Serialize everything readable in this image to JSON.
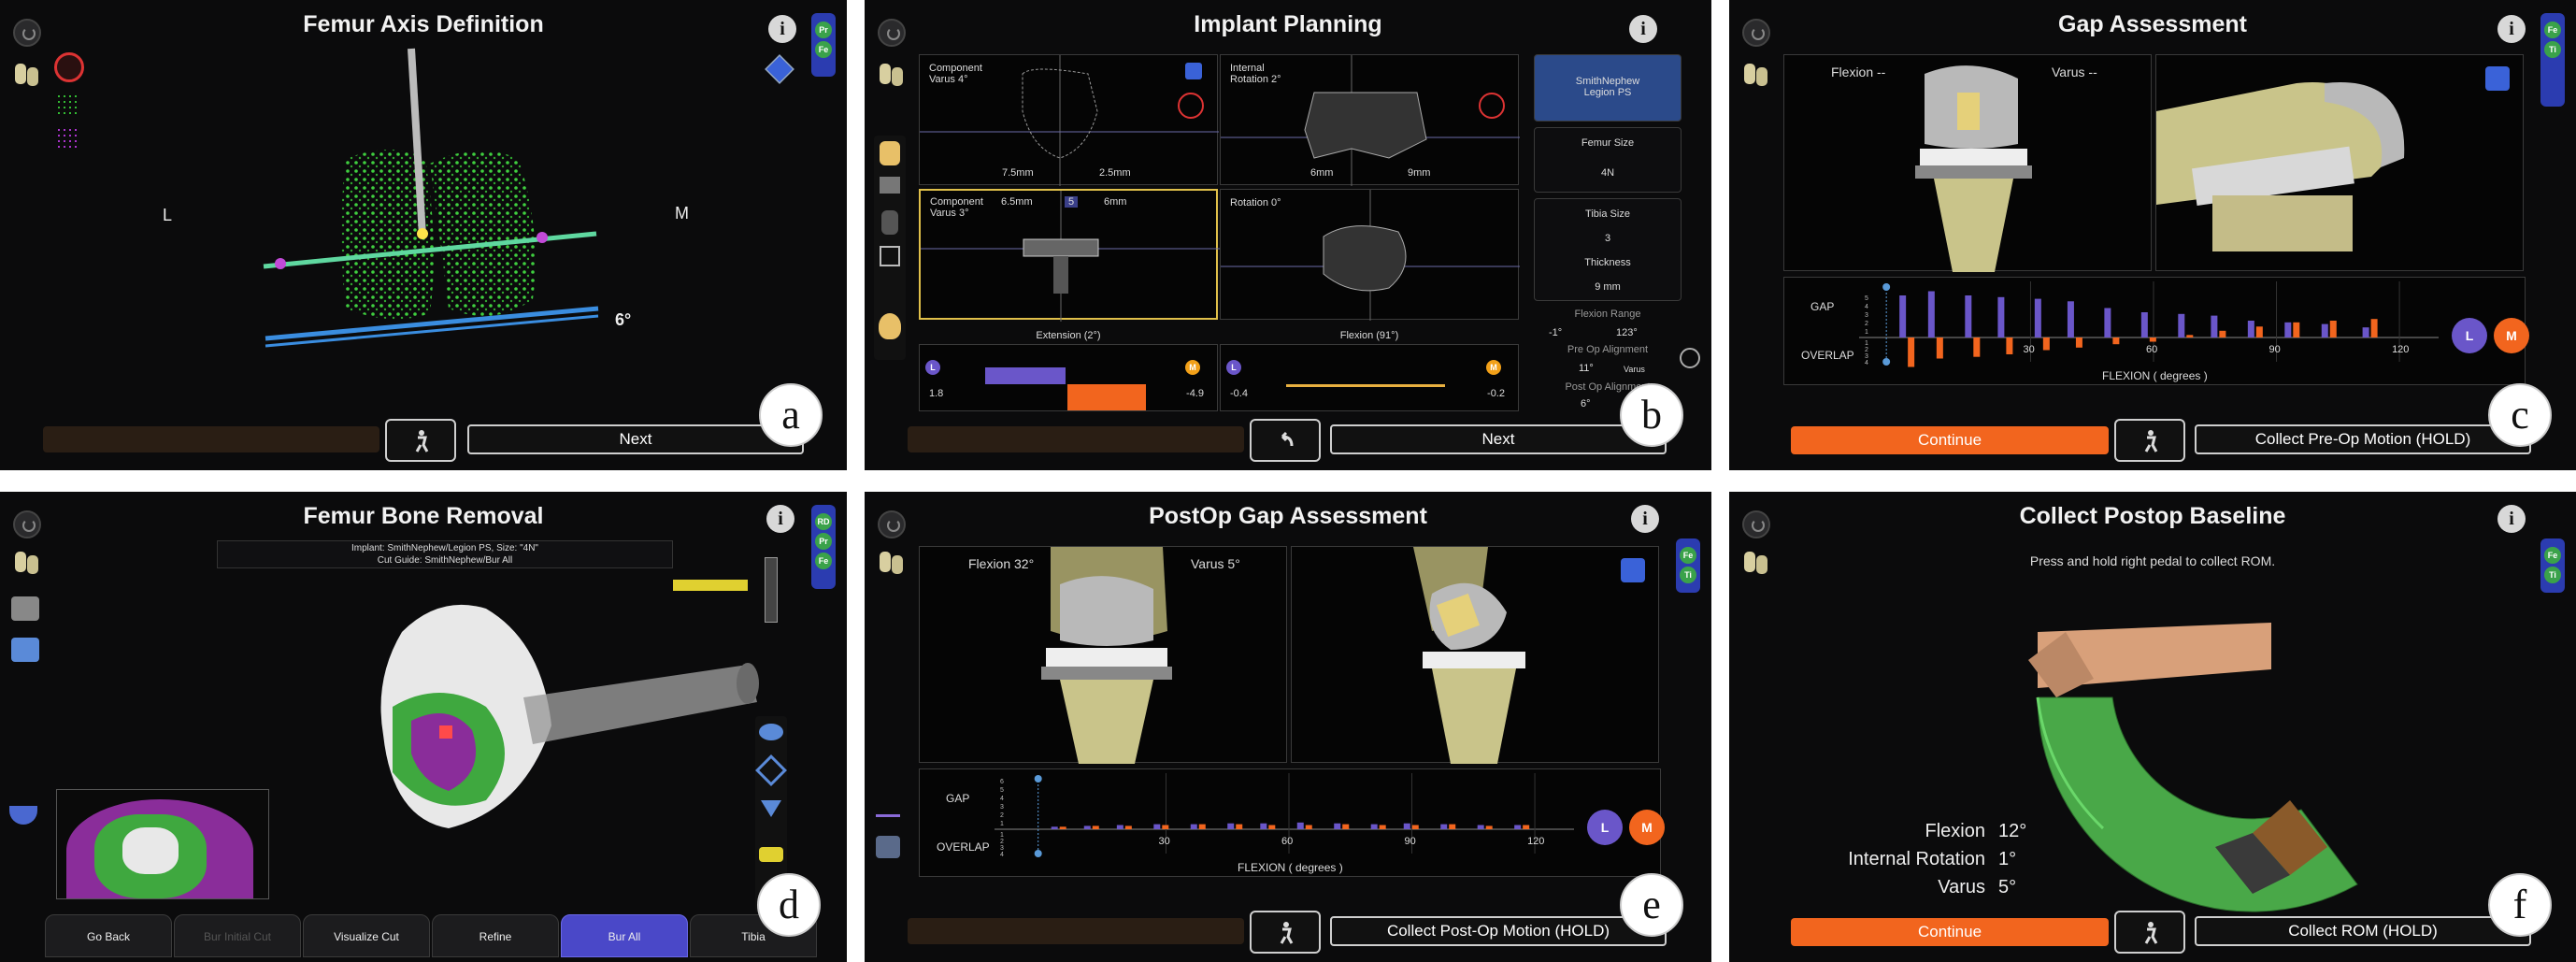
{
  "panels": {
    "a": {
      "title": "Femur Axis Definition",
      "letter": "a",
      "side_left": "L",
      "side_right": "M",
      "angle": "6°",
      "next_label": "Next",
      "sidebar_tags": [
        "Pr",
        "Fe"
      ]
    },
    "b": {
      "title": "Implant Planning",
      "letter": "b",
      "views": {
        "v1_title": "Component\nVarus 4°",
        "v1_left": "7.5mm",
        "v1_right": "2.5mm",
        "v2_title": "Internal\nRotation 2°",
        "v2_left": "6mm",
        "v2_right": "9mm",
        "v3_title": "Component\nVarus 3°",
        "v3_left": "6.5mm",
        "v3_mid": "5",
        "v3_right": "6mm",
        "v4_title": "Rotation 0°"
      },
      "extension_label": "Extension (2°)",
      "extension_left": "1.8",
      "extension_right": "-4.9",
      "flexion_label": "Flexion (91°)",
      "flexion_left": "-0.4",
      "flexion_right": "-0.2",
      "implant_name": "SmithNephew\nLegion PS",
      "femur_size_label": "Femur Size",
      "femur_size": "4N",
      "tibia_size_label": "Tibia Size",
      "tibia_size": "3",
      "thickness_label": "Thickness",
      "thickness": "9 mm",
      "flexion_range_label": "Flexion Range",
      "flexion_range_min": "-1°",
      "flexion_range_max": "123°",
      "preop_label": "Pre Op Alignment",
      "preop_value": "11°",
      "preop_dir": "Varus",
      "postop_label": "Post Op Alignment",
      "postop_value": "6°",
      "next_label": "Next"
    },
    "c": {
      "title": "Gap Assessment",
      "letter": "c",
      "flexion_text": "Flexion --",
      "varus_text": "Varus --",
      "gap_label": "GAP",
      "overlap_label": "OVERLAP",
      "x_axis_label": "FLEXION  ( degrees )",
      "continue_label": "Continue",
      "collect_label": "Collect Pre-Op Motion (HOLD)",
      "sidebar_tags": [
        "Fe",
        "Ti"
      ],
      "L": "L",
      "M": "M"
    },
    "d": {
      "title": "Femur Bone Removal",
      "letter": "d",
      "implant_line": "Implant: SmithNephew/Legion PS, Size: \"4N\"",
      "cut_guide_line": "Cut Guide: SmithNephew/Bur All",
      "tabs": [
        "Go Back",
        "Bur Initial Cut",
        "Visualize Cut",
        "Refine",
        "Bur All",
        "Tibia"
      ],
      "sidebar_tags": [
        "RD",
        "Pr",
        "Fe"
      ]
    },
    "e": {
      "title": "PostOp Gap Assessment",
      "letter": "e",
      "flexion_text": "Flexion  32°",
      "varus_text": "Varus 5°",
      "gap_label": "GAP",
      "overlap_label": "OVERLAP",
      "x_axis_label": "FLEXION  ( degrees )",
      "collect_label": "Collect Post-Op Motion (HOLD)",
      "sidebar_tags": [
        "Fe",
        "Ti"
      ],
      "L": "L",
      "M": "M"
    },
    "f": {
      "title": "Collect Postop Baseline",
      "letter": "f",
      "instruction": "Press and hold right pedal to collect ROM.",
      "flexion_label": "Flexion",
      "flexion_value": "12°",
      "ir_label": "Internal Rotation",
      "ir_value": "1°",
      "varus_label": "Varus",
      "varus_value": "5°",
      "continue_label": "Continue",
      "collect_label": "Collect ROM (HOLD)",
      "sidebar_tags": [
        "Fe",
        "Ti"
      ]
    }
  },
  "chart_data": [
    {
      "type": "bar",
      "panel": "c",
      "x_ticks": [
        30,
        60,
        90,
        120
      ],
      "xlim": [
        -5,
        125
      ],
      "y_ticks_gap": [
        "1",
        "2",
        "3",
        "4",
        "5"
      ],
      "y_ticks_overlap": [
        "1",
        "2",
        "3",
        "4"
      ],
      "series": [
        {
          "name": "L",
          "values": [
            5,
            5.5,
            5,
            4.8,
            4.6,
            4.3,
            3.5,
            3,
            2.8,
            2.6,
            2,
            1.8,
            1.6,
            1.2
          ]
        },
        {
          "name": "M",
          "values": [
            -3.5,
            -2.5,
            -2.3,
            -2,
            -1.5,
            -1.2,
            -0.8,
            -0.5,
            0.3,
            0.8,
            1.3,
            1.8,
            2,
            2.2
          ]
        }
      ],
      "x": [
        -2,
        5,
        14,
        22,
        31,
        39,
        48,
        57,
        66,
        74,
        83,
        92,
        101,
        111
      ],
      "xlabel": "FLEXION  ( degrees )"
    },
    {
      "type": "bar",
      "panel": "e",
      "x_ticks": [
        30,
        60,
        90,
        120
      ],
      "xlim": [
        -5,
        125
      ],
      "y_ticks_gap": [
        "1",
        "2",
        "3",
        "4",
        "5",
        "6"
      ],
      "y_ticks_overlap": [
        "1",
        "2",
        "3",
        "4"
      ],
      "series": [
        {
          "name": "L",
          "values": [
            0.3,
            0.4,
            0.5,
            0.6,
            0.6,
            0.7,
            0.7,
            0.8,
            0.7,
            0.6,
            0.7,
            0.6,
            0.5,
            0.5
          ]
        },
        {
          "name": "M",
          "values": [
            0.3,
            0.4,
            0.4,
            0.5,
            0.6,
            0.6,
            0.5,
            0.5,
            0.6,
            0.5,
            0.5,
            0.6,
            0.4,
            0.5
          ]
        }
      ],
      "x": [
        2,
        10,
        18,
        27,
        36,
        45,
        53,
        62,
        71,
        80,
        88,
        97,
        106,
        115
      ],
      "xlabel": "FLEXION  ( degrees )"
    }
  ],
  "colors": {
    "accent_blue": "#6a56c9",
    "accent_orange": "#f2651e",
    "bone_green": "#3fa83f",
    "bone_purple": "#8a2d9a"
  }
}
